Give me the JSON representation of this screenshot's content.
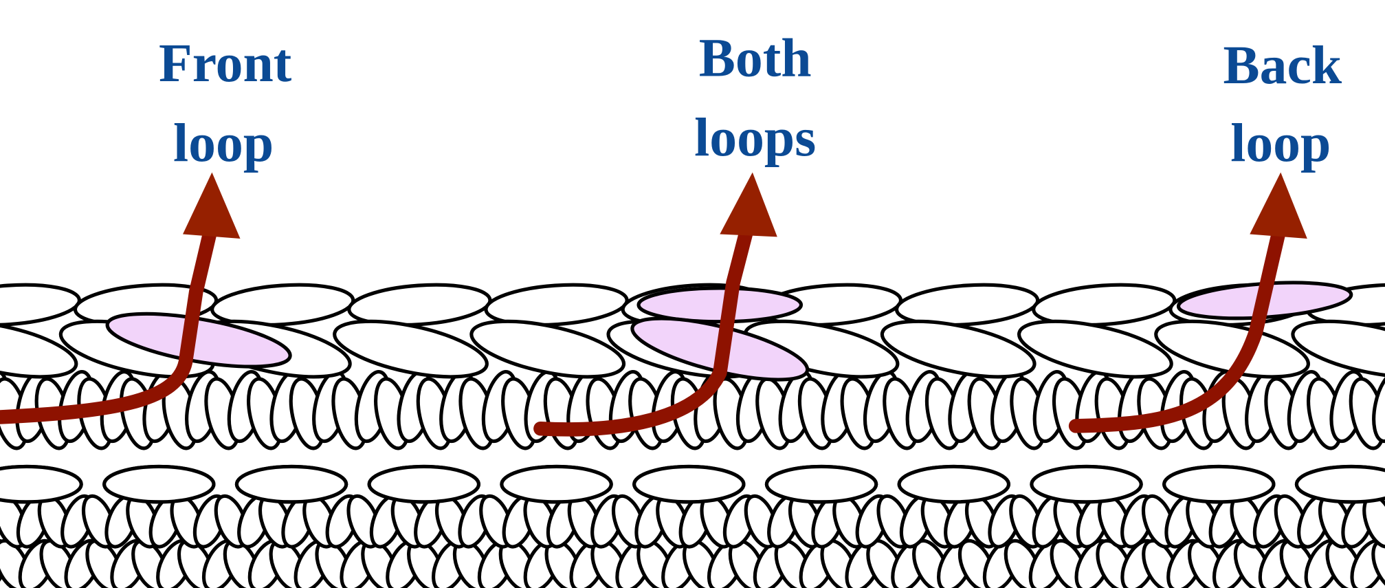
{
  "labels": {
    "front": {
      "line1": "Front",
      "line2": "loop"
    },
    "both": {
      "line1": "Both",
      "line2": "loops"
    },
    "back": {
      "line1": "Back",
      "line2": "loop"
    }
  },
  "colors": {
    "label": "#0b4a94",
    "yarn": "#8e1200",
    "arrowhead": "#962000",
    "highlight_loop": "#f2d4fa",
    "stitch_outline": "#000000",
    "background": "#ffffff"
  }
}
